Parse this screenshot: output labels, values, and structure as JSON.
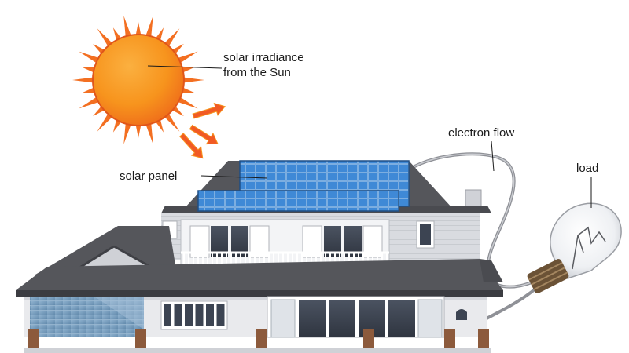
{
  "labels": {
    "sun_line1": "solar irradiance",
    "sun_line2": "from the Sun",
    "solar_panel": "solar panel",
    "electron_flow": "electron flow",
    "load": "load"
  },
  "colors": {
    "sun_core": "#f7941d",
    "sun_ray": "#f36f21",
    "arrow": "#f15a24",
    "panel": "#2f74c0",
    "roof": "#55565b",
    "wall": "#d9dbe0",
    "wire": "#8f9197"
  }
}
